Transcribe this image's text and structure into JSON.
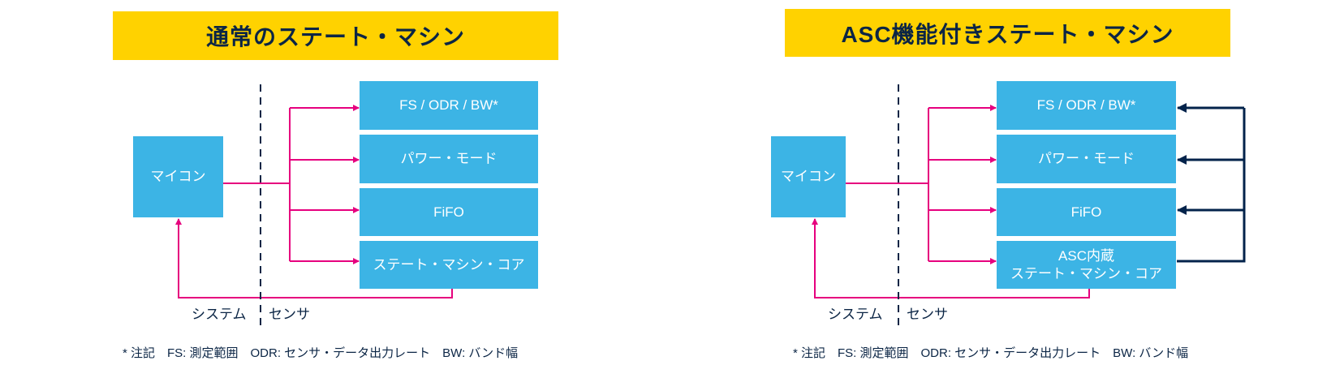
{
  "colors": {
    "title_bg": "#FFD200",
    "box": "#3CB4E5",
    "signal": "#E6007E",
    "feedback": "#03234B",
    "text_dark": "#0B2545"
  },
  "left": {
    "title": "通常のステート・マシン",
    "mcu": "マイコン",
    "blocks": [
      "FS / ODR / BW*",
      "パワー・モード",
      "FiFO",
      "ステート・マシン・コア"
    ],
    "system_label": "システム",
    "sensor_label": "センサ",
    "footnote": "* 注記　FS: 測定範囲　ODR: センサ・データ出力レート　BW: バンド幅"
  },
  "right": {
    "title": "ASC機能付きステート・マシン",
    "mcu": "マイコン",
    "blocks": [
      "FS / ODR / BW*",
      "パワー・モード",
      "FiFO"
    ],
    "core_line1": "ASC内蔵",
    "core_line2": "ステート・マシン・コア",
    "system_label": "システム",
    "sensor_label": "センサ",
    "footnote": "* 注記　FS: 測定範囲　ODR: センサ・データ出力レート　BW: バンド幅"
  }
}
